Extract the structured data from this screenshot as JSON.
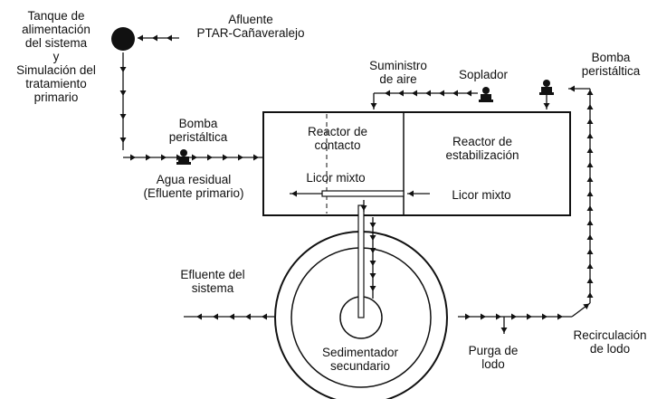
{
  "labels": {
    "feed_tank": "Tanque de\nalimentación\ndel sistema\ny\nSimulación del\ntratamiento\nprimario",
    "influent": "Afluente\nPTAR-Cañaveralejo",
    "air_supply": "Suministro\nde aire",
    "blower": "Soplador",
    "peristaltic_pump_right": "Bomba\nperistáltica",
    "peristaltic_pump_left": "Bomba\nperistáltica",
    "contact_reactor": "Reactor de\ncontacto",
    "stabilization_reactor": "Reactor de\nestabilización",
    "mixed_liquor_center": "Licor mixto",
    "mixed_liquor_right": "Licor mixto",
    "wastewater": "Agua residual\n(Efluente primario)",
    "system_effluent": "Efluente del\nsistema",
    "secondary_settler": "Sedimentador\nsecundario",
    "sludge_purge": "Purga de\nlodo",
    "sludge_recirculation": "Recirculación\nde lodo"
  },
  "colors": {
    "line": "#111111",
    "background": "#ffffff"
  }
}
